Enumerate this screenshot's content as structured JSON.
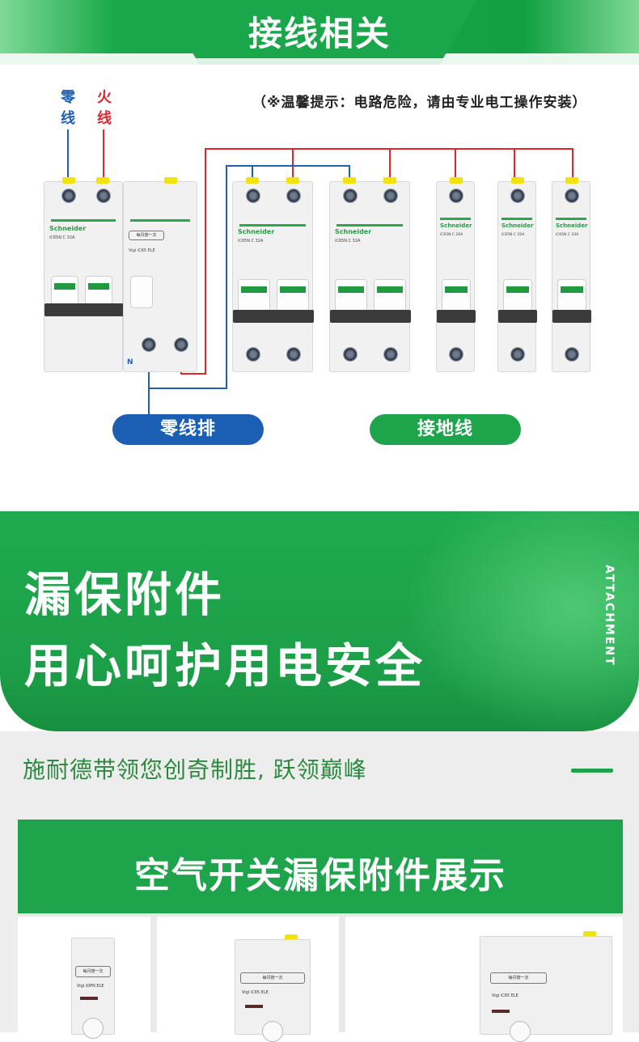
{
  "wiring": {
    "title": "接线相关",
    "tip": "（※温馨提示：电路危险，请由专业电工操作安装）",
    "neutral_label": "零线",
    "live_label": "火线",
    "n_mark": "N",
    "rcbo": {
      "brand": "Schneider",
      "model": "iC65N  C 32A",
      "vigi_label": "Vigi iC65 ELE",
      "test_label": "每月按一次"
    },
    "breakers": [
      {
        "brand": "Schneider",
        "model": "iC65N  C 32A"
      },
      {
        "brand": "Schneider",
        "model": "iC65N  C 32A"
      },
      {
        "brand": "Schneider",
        "model": "iC65N  C 20A"
      },
      {
        "brand": "Schneider",
        "model": "iC65N  C 20A"
      },
      {
        "brand": "Schneider",
        "model": "iC65N  C 20A"
      }
    ],
    "neutral_bar_label": "零线排",
    "ground_label": "接地线",
    "colors": {
      "neutral": "#1f5fb5",
      "live": "#e0262d",
      "brand_green": "#1ea54c"
    }
  },
  "hero": {
    "line1": "漏保附件",
    "line2": "用心呵护用电安全",
    "side_text": "ATTACHMENT"
  },
  "slogan": {
    "text": "施耐德带领您创奇制胜, 跃领巅峰"
  },
  "display": {
    "title": "空气开关漏保附件展示",
    "items": [
      {
        "label": "每月按一次",
        "model": "Vigi iDPN ELE"
      },
      {
        "label": "每月按一次",
        "model": "Vigi iC65 ELE"
      },
      {
        "label": "每月按一次",
        "model": "Vigi iC65 ELE"
      }
    ]
  }
}
